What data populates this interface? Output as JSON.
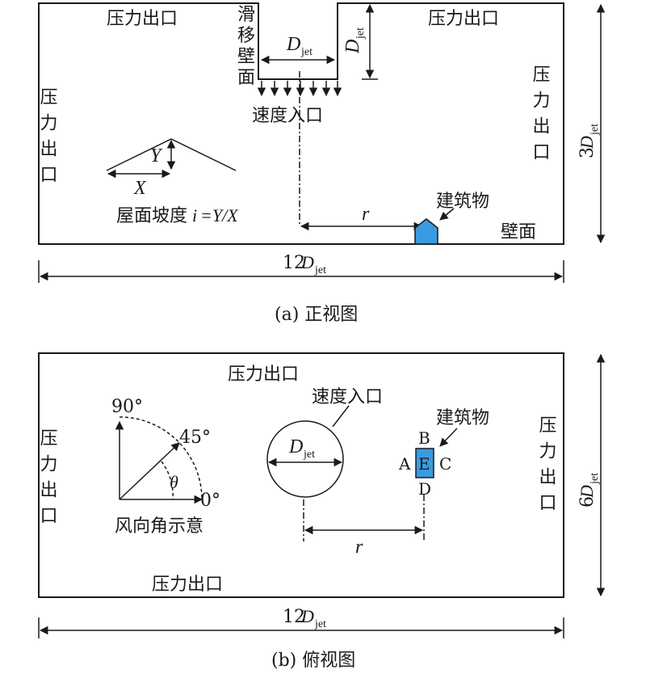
{
  "front": {
    "pressure_outlet": "压力出口",
    "slip_wall": [
      "滑",
      "移",
      "壁",
      "面"
    ],
    "velocity_inlet": "速度入口",
    "building": "建筑物",
    "wall": "壁面",
    "slope_label": "屋面坡度",
    "slope_formula_i": "i",
    "slope_formula_rest": "=Y/X",
    "var_Y": "Y",
    "var_X": "X",
    "var_r": "r",
    "D": "D",
    "jet": "jet",
    "width_factor": "12",
    "height_factor": "3",
    "caption": "(a) 正视图",
    "building_color": "#3a9be0"
  },
  "top": {
    "pressure_outlet": "压力出口",
    "velocity_inlet": "速度入口",
    "building": "建筑物",
    "wind_angle_title": "风向角示意",
    "angle_90": "90°",
    "angle_45": "45°",
    "angle_0": "0°",
    "theta": "θ",
    "point_A": "A",
    "point_B": "B",
    "point_C": "C",
    "point_D": "D",
    "point_E": "E",
    "var_r": "r",
    "D": "D",
    "jet": "jet",
    "width_factor": "12",
    "height_factor": "6",
    "caption": "(b) 俯视图",
    "building_color": "#3a9be0"
  }
}
